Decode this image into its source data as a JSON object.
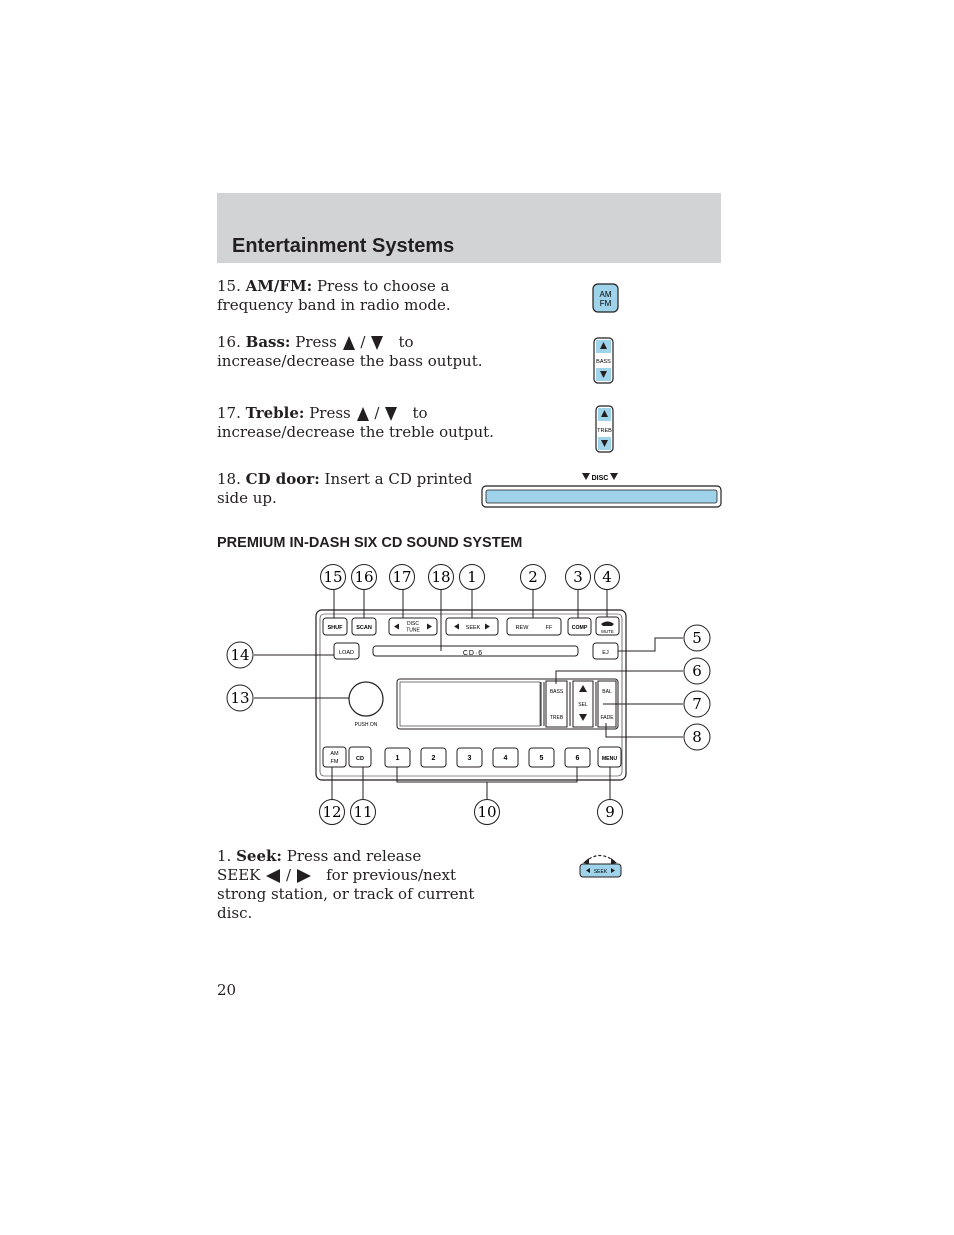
{
  "header": {
    "title": "Entertainment Systems"
  },
  "items": [
    {
      "num": "15.",
      "term": "AM/FM:",
      "text_a": "Press to choose a",
      "text_b": "frequency band in radio mode."
    },
    {
      "num": "16.",
      "term": "Bass:",
      "text_a": "Press",
      "slash": "/",
      "text_to": "to",
      "text_b": "increase/decrease the bass output."
    },
    {
      "num": "17.",
      "term": "Treble:",
      "text_a": "Press",
      "slash": "/",
      "text_to": "to",
      "text_b": "increase/decrease the treble output."
    },
    {
      "num": "18.",
      "term": "CD door:",
      "text_a": "Insert a CD printed",
      "text_b": "side up."
    }
  ],
  "icons": {
    "amfm_am": "AM",
    "amfm_fm": "FM",
    "bass_label": "BASS",
    "treb_label": "TREB",
    "disc_label": "DISC"
  },
  "section": {
    "title": "PREMIUM IN-DASH SIX CD SOUND SYSTEM"
  },
  "radio": {
    "buttons": {
      "shuf": "SHUF",
      "scan": "SCAN",
      "disc": "DISC",
      "tune": "TUNE",
      "seek": "SEEK",
      "rew": "REW",
      "ff": "FF",
      "comp": "COMP",
      "mute": "MUTE",
      "load": "LOAD",
      "brand": "CD·6",
      "ej": "EJ",
      "bass": "BASS",
      "treb": "TREB",
      "sel": "SEL",
      "bal": "BAL",
      "fade": "FADE",
      "push_on": "PUSH ON",
      "am": "AM",
      "fm": "FM",
      "cd": "CD",
      "menu": "MENU",
      "presets": [
        "1",
        "2",
        "3",
        "4",
        "5",
        "6"
      ]
    },
    "callouts_top": [
      "15",
      "16",
      "17",
      "18",
      "1",
      "2",
      "3",
      "4"
    ],
    "callouts_right": [
      "5",
      "6",
      "7",
      "8"
    ],
    "callouts_left": [
      "14",
      "13"
    ],
    "callouts_bottom": [
      "12",
      "11",
      "10",
      "9"
    ]
  },
  "seek_item": {
    "num": "1.",
    "term": "Seek:",
    "text_a": "Press and release",
    "seek_word": "SEEK",
    "slash": "/",
    "text_b": "for previous/next",
    "text_c": "strong station, or track of current",
    "text_d": "disc.",
    "icon_label": "SEEK"
  },
  "page_number": "20",
  "colors": {
    "header_bg": "#d2d3d5",
    "button_fill": "#9fd3ea",
    "ink": "#231f20"
  }
}
